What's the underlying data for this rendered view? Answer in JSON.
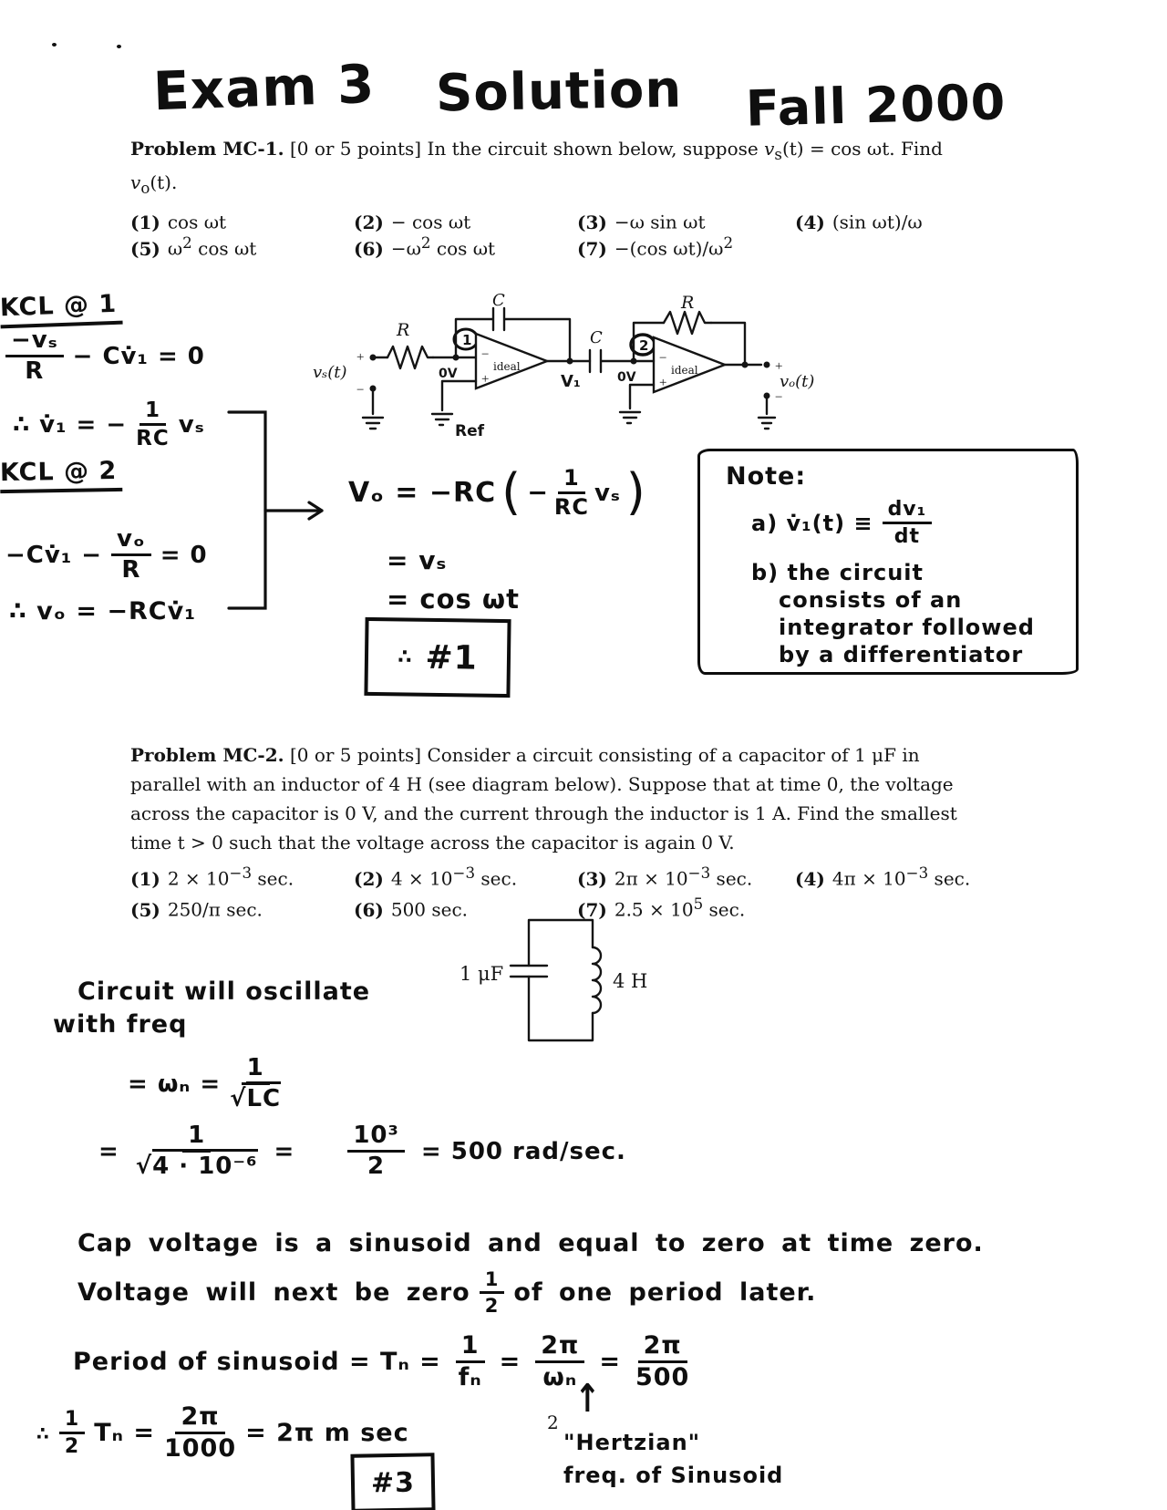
{
  "header": {
    "exam": "Exam 3",
    "solution": "Solution",
    "term": "Fall 2000"
  },
  "mc1": {
    "label": "Problem MC-1.",
    "s1a": " [0 or 5 points] In the circuit shown below, suppose ",
    "s1v": "v",
    "s1sub": "s",
    "s1b": "(t) = cos ωt. Find",
    "s2v": "v",
    "s2sub": "o",
    "s2b": "(t).",
    "options": [
      {
        "n": "(1)",
        "a": "cos ωt",
        "sup": "",
        "b": ""
      },
      {
        "n": "(2)",
        "a": "− cos ωt",
        "sup": "",
        "b": ""
      },
      {
        "n": "(3)",
        "a": "−ω sin ωt",
        "sup": "",
        "b": ""
      },
      {
        "n": "(4)",
        "a": "(sin ωt)/ω",
        "sup": "",
        "b": ""
      },
      {
        "n": "(5)",
        "a": "ω",
        "sup": "2",
        "b": " cos ωt"
      },
      {
        "n": "(6)",
        "a": "−ω",
        "sup": "2",
        "b": " cos ωt"
      },
      {
        "n": "(7)",
        "a": "−(cos ωt)/ω",
        "sup": "2",
        "b": ""
      }
    ]
  },
  "kcl1": {
    "title": "KCL @ 1",
    "e1_num": "−vₛ",
    "e1_den": "R",
    "e1_rest": "− Cv̇₁ = 0",
    "e2_pre": "∴  v̇₁ = −",
    "e2_num": "1",
    "e2_den": "RC",
    "e2_post": "vₛ"
  },
  "kcl2": {
    "title": "KCL @ 2",
    "e1_pre": "−Cv̇₁ −",
    "e1_num": "vₒ",
    "e1_den": "R",
    "e1_rest": "= 0",
    "e2": "∴ vₒ = −RCv̇₁"
  },
  "solution1": {
    "pre": "Vₒ = −RC",
    "paren_open": "(",
    "inner_minus": "−",
    "num": "1",
    "den": "RC",
    "inner_post": "vₛ",
    "paren_close": ")",
    "line2": "= vₛ",
    "line3": "= cos ωt",
    "therefore": "∴",
    "answer": "#1"
  },
  "note": {
    "title": "Note:",
    "a_pre": "a)  v̇₁(t) ≡",
    "a_num": "dv₁",
    "a_den": "dt",
    "b1": "b) the circuit",
    "b2": "consists of an",
    "b3": "integrator followed",
    "b4": "by a differentiator"
  },
  "circuit1": {
    "vs": "vₛ(t)",
    "plus": "+",
    "minus": "−",
    "r1": "R",
    "c1": "C",
    "node1": "1",
    "zero1": "0V",
    "ideal1": "ideal",
    "v1": "V₁",
    "ref": "Ref",
    "c2": "C",
    "node2": "2",
    "zero2": "0V",
    "ideal2": "ideal",
    "r2": "R",
    "vo": "vₒ(t)",
    "out_plus": "+",
    "out_minus": "−"
  },
  "mc2": {
    "label": "Problem MC-2.",
    "line1": " [0 or 5 points] Consider a circuit consisting of a capacitor of 1 μF in",
    "line2": "parallel with an inductor of 4 H (see diagram below). Suppose that at time 0, the voltage",
    "line3": "across the capacitor is 0 V, and the current through the inductor is 1 A. Find the smallest",
    "line4": "time t > 0 such that the voltage across the capacitor is again 0 V.",
    "options": [
      {
        "n": "(1)",
        "a": "2 × 10",
        "sup": "−3",
        "b": " sec."
      },
      {
        "n": "(2)",
        "a": "4 × 10",
        "sup": "−3",
        "b": " sec."
      },
      {
        "n": "(3)",
        "a": "2π × 10",
        "sup": "−3",
        "b": " sec."
      },
      {
        "n": "(4)",
        "a": "4π × 10",
        "sup": "−3",
        "b": " sec."
      },
      {
        "n": "(5)",
        "a": "250/π sec.",
        "sup": "",
        "b": ""
      },
      {
        "n": "(6)",
        "a": "500 sec.",
        "sup": "",
        "b": ""
      },
      {
        "n": "(7)",
        "a": "2.5 × 10",
        "sup": "5",
        "b": " sec."
      }
    ]
  },
  "circuit2": {
    "cap": "1 μF",
    "ind": "4 H"
  },
  "osc": {
    "line1": "Circuit will  oscillate",
    "line2": "with freq",
    "w_pre": "=  ωₙ =",
    "w_num": "1",
    "w_rad": "√",
    "w_radicand": "LC",
    "f2_pre": "=",
    "f2_num": "1",
    "f2_rad": "√",
    "f2_radicand": "4 · 10⁻⁶",
    "f2_eq": "=",
    "p_num": "10³",
    "p_den": "2",
    "p_rest": "=  500 rad/sec."
  },
  "sinusoid": {
    "line1": "Cap voltage is a sinusoid and equal to zero at time zero.",
    "line2a": "Voltage will next be zero",
    "half_num": "1",
    "half_den": "2",
    "line2b": "of one period later."
  },
  "period": {
    "pre": "Period of sinusoid  =  Tₙ =",
    "f1_num": "1",
    "f1_den": "fₙ",
    "eq1": "=",
    "f2_num": "2π",
    "f2_den": "ωₙ",
    "eq2": "=",
    "f3_num": "2π",
    "f3_den": "500"
  },
  "final": {
    "therefore": "∴",
    "half_num": "1",
    "half_den": "2",
    "t": "Tₙ =",
    "f_num": "2π",
    "f_den": "1000",
    "rest": "=  2π  m sec",
    "answer": "#3",
    "two": "2",
    "arrow_up": "↑",
    "hertzian": "\"Hertzian\"",
    "freq_label": "freq. of Sinusoid"
  }
}
